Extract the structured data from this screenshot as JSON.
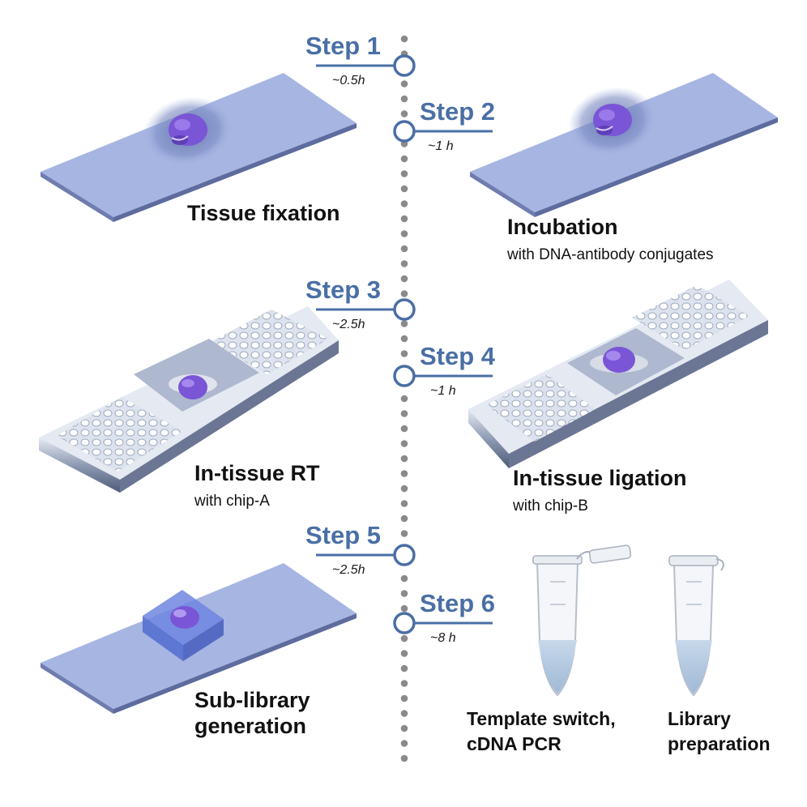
{
  "timeline": {
    "steps": [
      {
        "label": "Step 1",
        "duration": "~0.5h"
      },
      {
        "label": "Step 2",
        "duration": "~1 h"
      },
      {
        "label": "Step 3",
        "duration": "~2.5h"
      },
      {
        "label": "Step 4",
        "duration": "~1 h"
      },
      {
        "label": "Step 5",
        "duration": "~2.5h"
      },
      {
        "label": "Step 6",
        "duration": "~8 h"
      }
    ]
  },
  "panels": {
    "fixation": {
      "title": "Tissue fixation"
    },
    "incubation": {
      "title": "Incubation",
      "subtitle": "with DNA-antibody conjugates"
    },
    "rt": {
      "title": "In-tissue RT",
      "subtitle": "with chip-A"
    },
    "ligation": {
      "title": "In-tissue ligation",
      "subtitle": "with chip-B"
    },
    "sublibrary": {
      "title_line1": "Sub-library",
      "title_line2": "generation"
    },
    "pcr": {
      "title_line1": "Template switch,",
      "title_line2": "cDNA PCR"
    },
    "libprep": {
      "title_line1": "Library",
      "title_line2": "preparation"
    }
  },
  "colors": {
    "accent": "#4a6fa5",
    "slide_top": "#a7b5e3",
    "slide_edge": "#5d6b9e",
    "tissue": "#7a55d6",
    "chip": "#dfe5f0",
    "dots": "#8a8a8a"
  }
}
